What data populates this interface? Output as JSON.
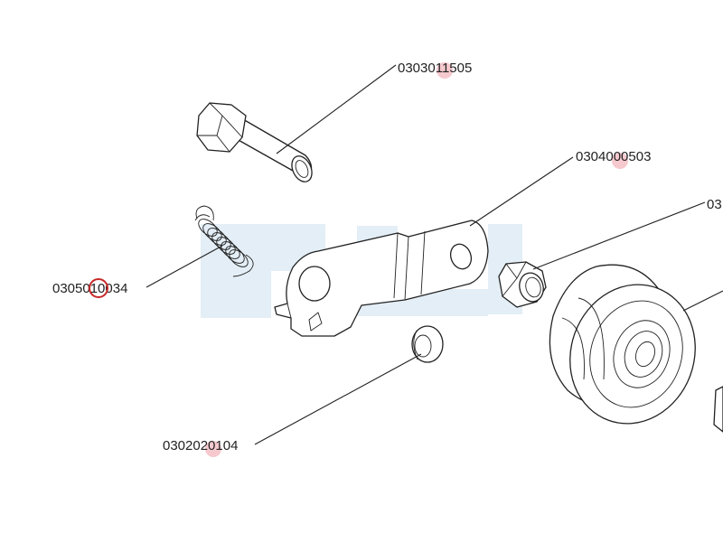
{
  "colors": {
    "line": "#222222",
    "watermark": "#e3eef6",
    "hotspot_fill": "#f6c9cf",
    "selection_ring": "#c62828"
  },
  "parts": [
    {
      "id": "bolt",
      "part_number": "0303011505"
    },
    {
      "id": "idler-arm",
      "part_number": "0304000503"
    },
    {
      "id": "nut",
      "part_number": "03"
    },
    {
      "id": "spring",
      "part_number": "0305010034",
      "selected": true
    },
    {
      "id": "washer",
      "part_number": "0302020104"
    }
  ]
}
